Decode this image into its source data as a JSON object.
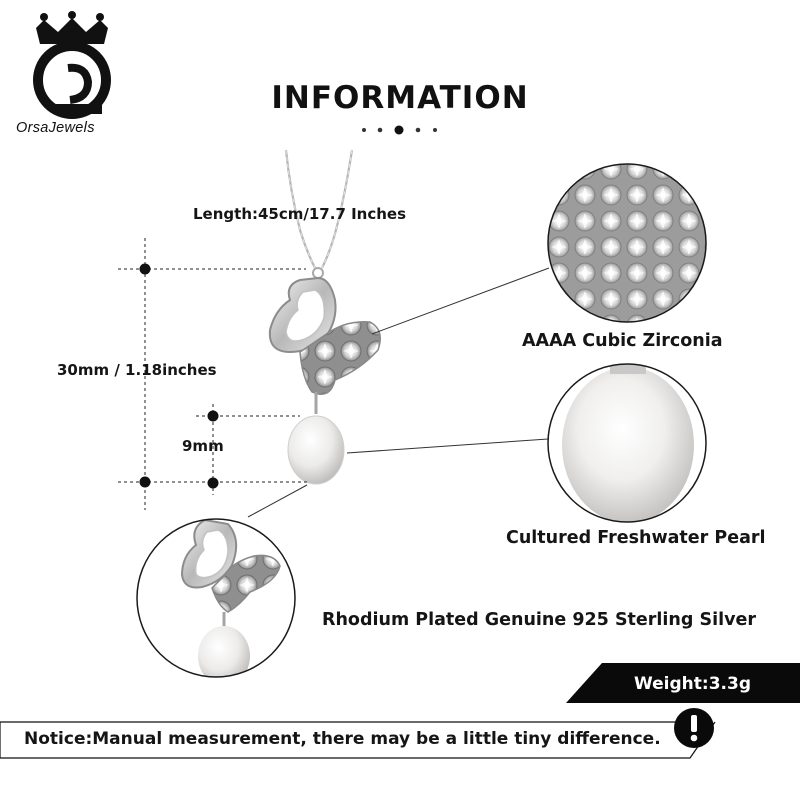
{
  "brand": {
    "name": "OrsaJewels"
  },
  "header": {
    "title": "INFORMATION"
  },
  "measurements": {
    "length": "Length:45cm/17.7 Inches",
    "pendant_height": "30mm / 1.18inches",
    "pearl_size": "9mm"
  },
  "features": {
    "zirconia": "AAAA Cubic Zirconia",
    "pearl": "Cultured Freshwater Pearl",
    "silver": "Rhodium Plated Genuine 925 Sterling Silver"
  },
  "weight": "Weight:3.3g",
  "notice": "Notice:Manual measurement, there may be a little tiny difference.",
  "icons": [
    "crown-logo-icon",
    "exclamation-icon"
  ],
  "colors": {
    "text": "#151515",
    "banner": "#0a0a0a",
    "background": "#ffffff"
  }
}
